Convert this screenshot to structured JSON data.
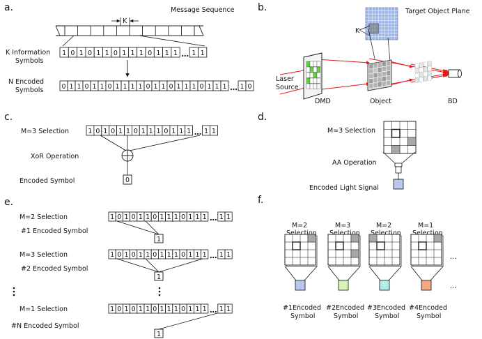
{
  "panels": {
    "a": {
      "letter": "a.",
      "title": "Message Sequence",
      "k_marker": "K",
      "k_info_label": [
        "K Information",
        "Symbols"
      ],
      "n_encoded_label": [
        "N Encoded",
        "Symbols"
      ],
      "k_bits": "10101101110111",
      "k_tail": "11",
      "n_bits": "0110110111101101110111",
      "n_tail": "10"
    },
    "b": {
      "letter": "b.",
      "title": "Target Object Plane",
      "k_marker": "K",
      "laser_label": [
        "Laser",
        "Source"
      ],
      "dmd_label": "DMD",
      "object_label": "Object",
      "bd_label": "BD"
    },
    "c": {
      "letter": "c.",
      "selection_label": "M=3 Selection",
      "xor_label": "XoR Operation",
      "encoded_label": "Encoded Symbol",
      "bits": "10101101110111",
      "tail": "11",
      "result": "0"
    },
    "d": {
      "letter": "d.",
      "selection_label": "M=3 Selection",
      "aa_label": "AA Operation",
      "signal_label": "Encoded Light Signal"
    },
    "e": {
      "letter": "e.",
      "bits": "10101101110111",
      "tail": "11",
      "rows": [
        {
          "selection": "M=2 Selection",
          "encoded": "#1 Encoded Symbol",
          "result": "1"
        },
        {
          "selection": "M=3 Selection",
          "encoded": "#2 Encoded Symbol",
          "result": "1"
        },
        {
          "selection": "M=1 Selection",
          "encoded": "#N Encoded Symbol",
          "result": "1"
        }
      ]
    },
    "f": {
      "letter": "f.",
      "items": [
        {
          "selection": [
            "M=2",
            "Selection"
          ],
          "caption": [
            "#1Encoded",
            "Symbol"
          ],
          "color": "#b8c8ec"
        },
        {
          "selection": [
            "M=3",
            "Selection"
          ],
          "caption": [
            "#2Encoded",
            "Symbol"
          ],
          "color": "#d8f2b8"
        },
        {
          "selection": [
            "M=2",
            "Selection"
          ],
          "caption": [
            "#3Encoded",
            "Symbol"
          ],
          "color": "#b4ecea"
        },
        {
          "selection": [
            "M=1",
            "Selection"
          ],
          "caption": [
            "#4Encoded",
            "Symbol"
          ],
          "color": "#f2a880"
        }
      ]
    }
  },
  "colors": {
    "laser": "#e01818",
    "dmd_green": "#5ed23a",
    "selected_gray": "#a8a8a8",
    "signal_blue": "#b8c8ec"
  }
}
